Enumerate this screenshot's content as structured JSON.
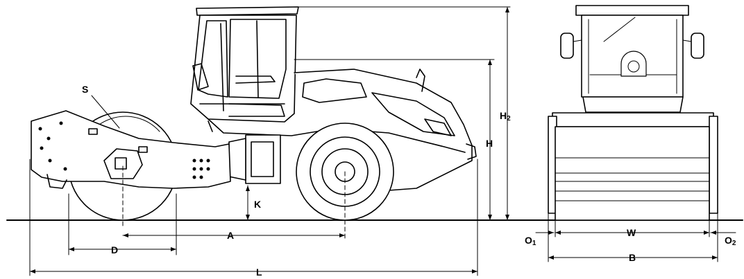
{
  "labels": {
    "S": "S",
    "K": "K",
    "A": "A",
    "D": "D",
    "L": "L",
    "H": "H",
    "H2_main": "H",
    "H2_sub": "2",
    "W": "W",
    "B": "B",
    "O1_main": "O",
    "O1_sub": "1",
    "O2_main": "O",
    "O2_sub": "2"
  },
  "colors": {
    "stroke": "#000000",
    "fill": "#ffffff"
  }
}
